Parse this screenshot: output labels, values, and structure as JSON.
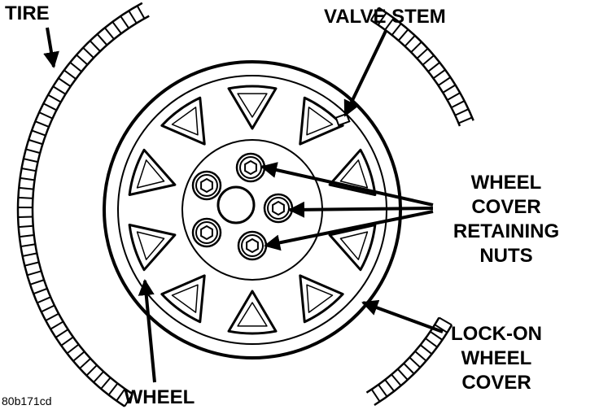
{
  "labels": {
    "tire": "TIRE",
    "valve_stem": "VALVE STEM",
    "retaining_nuts": [
      "WHEEL",
      "COVER",
      "RETAINING",
      "NUTS"
    ],
    "lock_on_cover": [
      "LOCK-ON",
      "WHEEL",
      "COVER"
    ],
    "wheel": "WHEEL",
    "figure_code": "80b171cd"
  },
  "colors": {
    "ink": "#000000",
    "paper": "#ffffff"
  },
  "counts": {
    "spoke_windows": 10,
    "lug_nuts": 5
  }
}
